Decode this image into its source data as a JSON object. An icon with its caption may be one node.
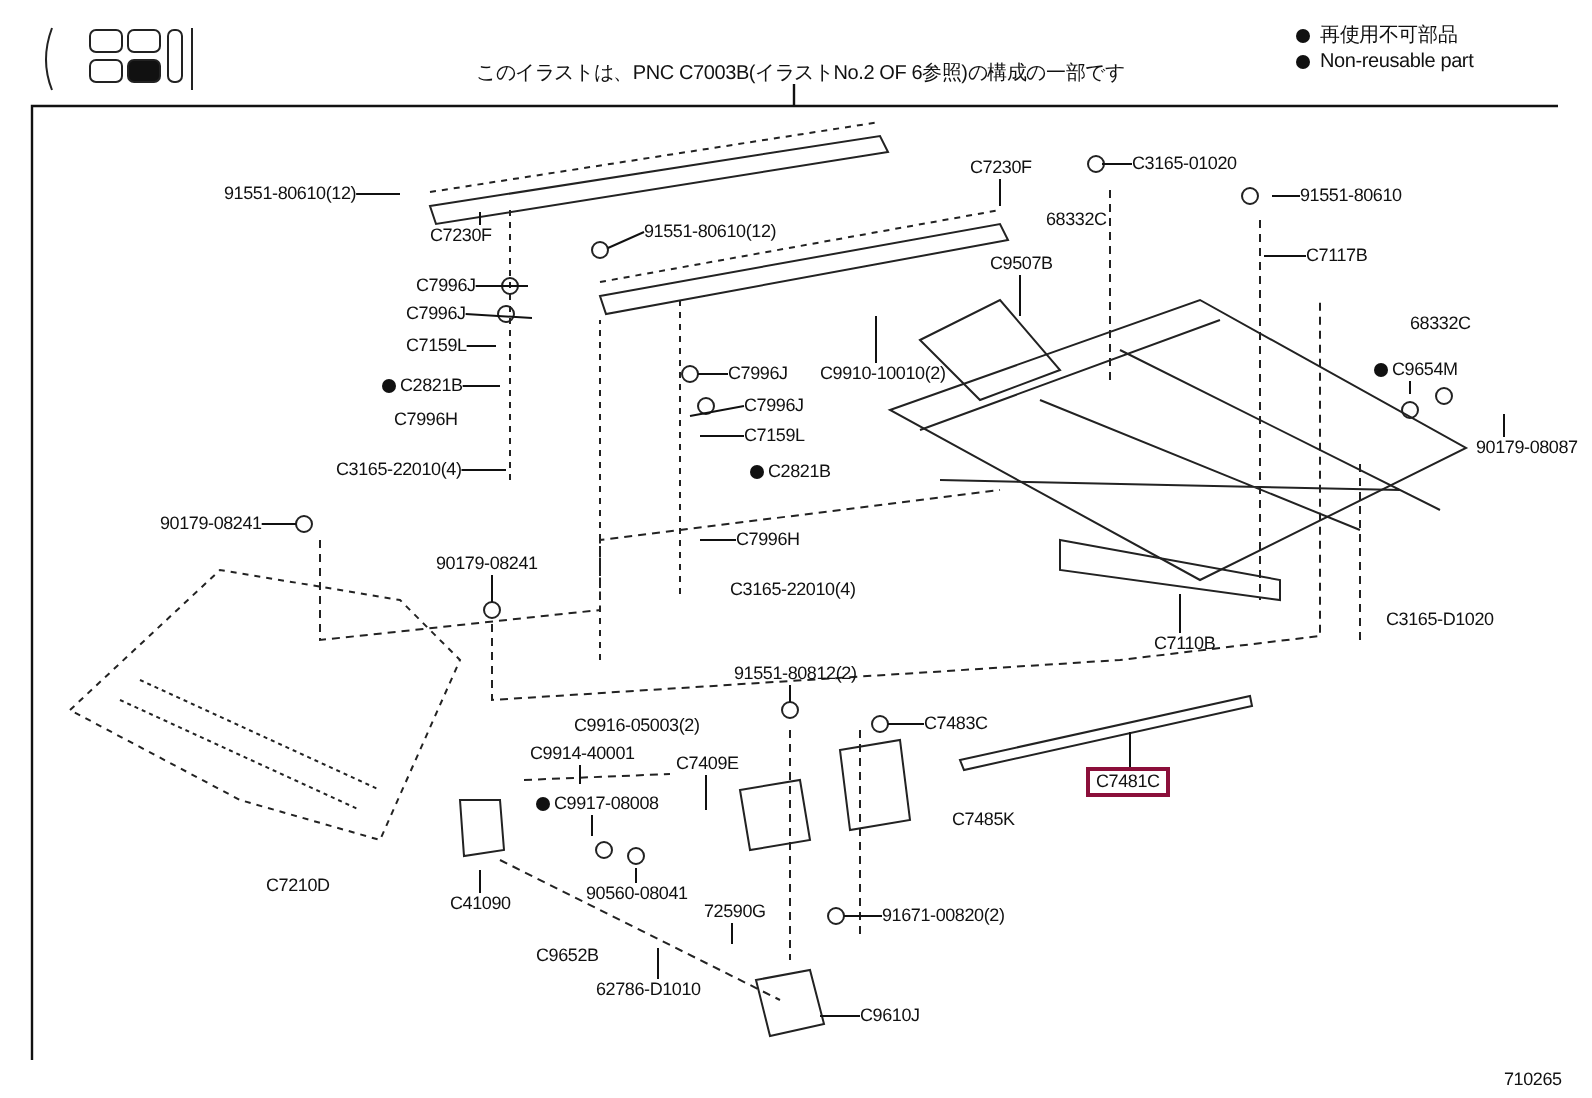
{
  "diagram": {
    "nodes": [
      {
        "text": [
          "C3165-01020"
        ]
      },
      {
        "text": [
          "C7230F"
        ]
      },
      {
        "text": [
          "91551-80610(12)"
        ]
      },
      {
        "text": [
          "91551-80610"
        ]
      },
      {
        "text": [
          "91551-80610(12)"
        ]
      },
      {
        "text": [
          "C7117B"
        ]
      },
      {
        "text": [
          "C7230F"
        ]
      },
      {
        "text": [
          "C9507B"
        ]
      },
      {
        "text": [
          "C7996J"
        ]
      },
      {
        "text": [
          "C7996J"
        ]
      },
      {
        "text": [
          "C7159L"
        ]
      },
      {
        "text": [
          "C9654M"
        ]
      },
      {
        "text": [
          "C9910-10010(2)"
        ]
      },
      {
        "text": [
          "C7996J"
        ]
      },
      {
        "text": [
          "C2821B"
        ]
      },
      {
        "text": [
          "C7996J"
        ]
      },
      {
        "text": [
          "C7159L"
        ]
      },
      {
        "text": [
          "90179-08087"
        ]
      },
      {
        "text": [
          "C3165-22010(4)"
        ]
      },
      {
        "text": [
          "90179-08241"
        ]
      },
      {
        "text": [
          "C7996H"
        ]
      },
      {
        "text": [
          "90179-08241"
        ]
      },
      {
        "text": [
          "C7110B"
        ]
      },
      {
        "text": [
          "91551-80812(2)"
        ]
      },
      {
        "text": [
          "C7483C"
        ]
      },
      {
        "text": [
          "C9914-40001"
        ]
      },
      {
        "text": [
          "C7409E"
        ]
      },
      {
        "text": [
          "C7481C"
        ]
      },
      {
        "text": [
          "C9917-08008"
        ]
      },
      {
        "text": [
          "90560-08041"
        ]
      },
      {
        "text": [
          "C41090"
        ]
      },
      {
        "text": [
          "72590G"
        ]
      },
      {
        "text": [
          "91671-00820(2)"
        ]
      },
      {
        "text": [
          "62786-D1010"
        ]
      },
      {
        "text": [
          "C9610J"
        ]
      }
    ],
    "edges": [
      {
        "from": 0,
        "to": null,
        "arrow": "none"
      },
      {
        "from": 1,
        "to": null,
        "arrow": "none"
      },
      {
        "from": 2,
        "to": null,
        "arrow": "none"
      },
      {
        "from": 3,
        "to": null,
        "arrow": "none"
      },
      {
        "from": 4,
        "to": null,
        "arrow": "none"
      },
      {
        "from": 5,
        "to": null,
        "arrow": "none"
      },
      {
        "from": 6,
        "to": null,
        "arrow": "none"
      },
      {
        "from": 7,
        "to": null,
        "arrow": "none"
      },
      {
        "from": 8,
        "to": null,
        "arrow": "none"
      },
      {
        "from": 9,
        "to": null,
        "arrow": "none"
      },
      {
        "from": 10,
        "to": null,
        "arrow": "none"
      },
      {
        "from": 11,
        "to": null,
        "arrow": "none"
      },
      {
        "from": 12,
        "to": null,
        "arrow": "none"
      },
      {
        "from": 13,
        "to": null,
        "arrow": "none"
      },
      {
        "from": 14,
        "to": null,
        "arrow": "none"
      },
      {
        "from": 15,
        "to": null,
        "arrow": "none"
      },
      {
        "from": 16,
        "to": null,
        "arrow": "none"
      },
      {
        "from": 17,
        "to": null,
        "arrow": "none"
      },
      {
        "from": 18,
        "to": null,
        "arrow": "none"
      },
      {
        "from": 19,
        "to": null,
        "arrow": "none"
      },
      {
        "from": 20,
        "to": null,
        "arrow": "none"
      },
      {
        "from": 21,
        "to": null,
        "arrow": "none"
      },
      {
        "from": 22,
        "to": null,
        "arrow": "none"
      },
      {
        "from": 23,
        "to": null,
        "arrow": "none"
      },
      {
        "from": 24,
        "to": null,
        "arrow": "none"
      },
      {
        "from": 25,
        "to": null,
        "arrow": "none"
      },
      {
        "from": 26,
        "to": null,
        "arrow": "none"
      },
      {
        "from": 27,
        "to": null,
        "arrow": "none"
      },
      {
        "from": 28,
        "to": null,
        "arrow": "none"
      },
      {
        "from": 29,
        "to": null,
        "arrow": "none"
      },
      {
        "from": 30,
        "to": null,
        "arrow": "none"
      },
      {
        "from": 31,
        "to": null,
        "arrow": "none"
      },
      {
        "from": 32,
        "to": null,
        "arrow": "none"
      },
      {
        "from": 33,
        "to": null,
        "arrow": "none"
      },
      {
        "from": 34,
        "to": null,
        "arrow": "none"
      }
    ],
    "labels": [
      "このイラストは、PNC C7003B(イラストNo.2 OF 6参照)の構成の一部です",
      "68332C",
      "C7996H",
      "68332C",
      "C2821B",
      "C3165-22010(4)",
      "C3165-D1020",
      "C9916-05003(2)",
      "C7485K",
      "C7210D",
      "C9652B",
      "710265"
    ],
    "legend": [
      {
        "text": "再使用不可部品"
      },
      {
        "text": "Non-reusable part"
      }
    ]
  }
}
